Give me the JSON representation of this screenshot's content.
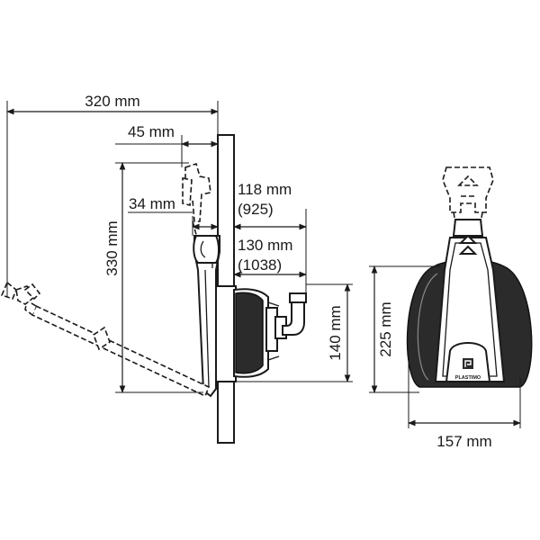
{
  "dimensions": {
    "overall_width": "320 mm",
    "handle_offset": "45 mm",
    "base_offset": "34 mm",
    "depth_a": "118 mm",
    "depth_a_alt": "(925)",
    "depth_b": "130 mm",
    "depth_b_alt": "(1038)",
    "overall_height": "330 mm",
    "body_height": "140 mm",
    "front_height": "225 mm",
    "front_width": "157 mm"
  },
  "brand": {
    "logo_text": "PLASTIMO"
  },
  "colors": {
    "ink": "#1a1a1a",
    "body_dark": "#2b2b2b",
    "background": "#ffffff"
  }
}
